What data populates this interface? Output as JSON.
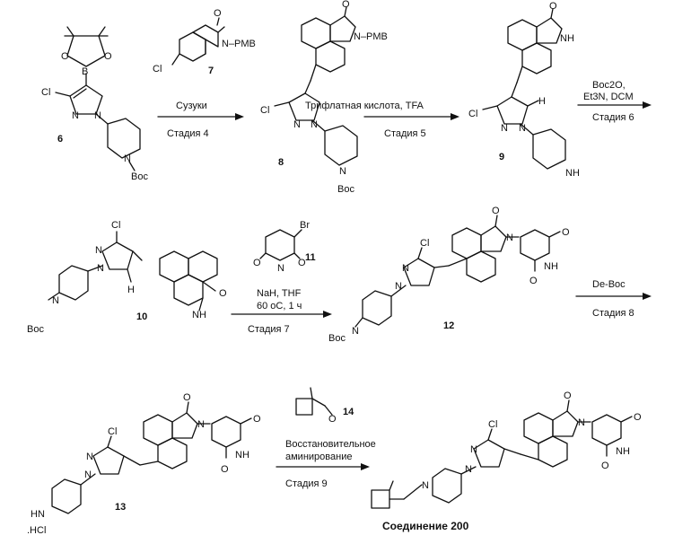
{
  "atoms": {
    "cl": "Cl",
    "b": "B",
    "o": "O",
    "n": "N",
    "boc": "Boc",
    "pmb": "N–PMB",
    "nh": "NH",
    "h": "H",
    "br": "Br",
    "hn": "HN",
    "hcl": ".HCl",
    "npmb_n": "N"
  },
  "compounds": {
    "c6": "6",
    "c7": "7",
    "c8": "8",
    "c9": "9",
    "c10": "10",
    "c11": "11",
    "c12": "12",
    "c13": "13",
    "c14": "14",
    "c200": "Соединение  200"
  },
  "steps": {
    "s4_reagent": "Сузуки",
    "s4_label": "Стадия  4",
    "s5_reagent": "Трифлатная кислота, TFA",
    "s5_label": "Стадия  5",
    "s6_reagent1": "Boc2O,",
    "s6_reagent2": "Et3N, DCM",
    "s6_label": "Стадия  6",
    "s7_reagent1": "NaH, THF",
    "s7_reagent2": "60 oC, 1 ч",
    "s7_label": "Стадия  7",
    "s8_reagent": "De-Boc",
    "s8_label": "Стадия  8",
    "s9_reagent1": "Восстановительное",
    "s9_reagent2": "аминирование",
    "s9_label": "Стадия  9"
  }
}
